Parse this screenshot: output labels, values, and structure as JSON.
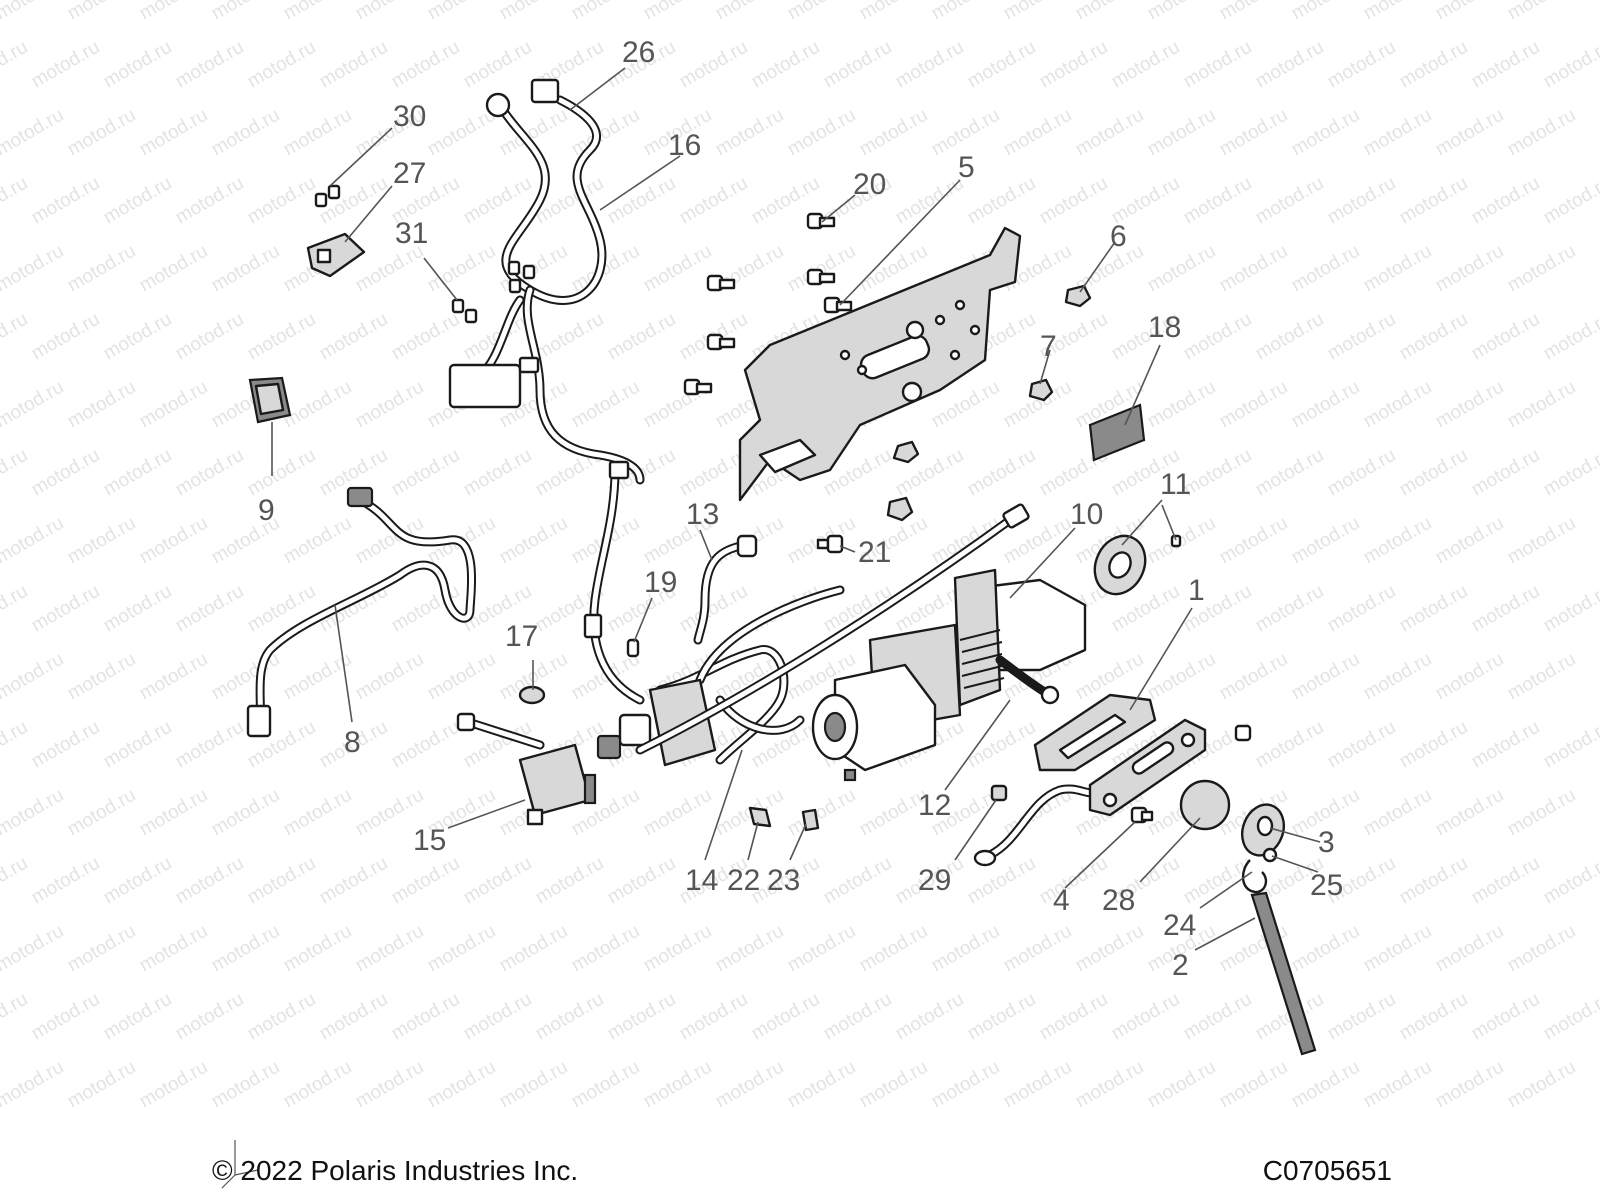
{
  "diagram": {
    "watermark_text": "motod.ru",
    "copyright": "© 2022 Polaris Industries Inc.",
    "figure_code": "C0705651",
    "callouts": [
      "1",
      "2",
      "3",
      "4",
      "5",
      "6",
      "7",
      "8",
      "9",
      "10",
      "11",
      "12",
      "13",
      "14",
      "15",
      "16",
      "17",
      "18",
      "19",
      "20",
      "21",
      "22",
      "23",
      "24",
      "25",
      "26",
      "27",
      "28",
      "29",
      "30",
      "31"
    ]
  }
}
